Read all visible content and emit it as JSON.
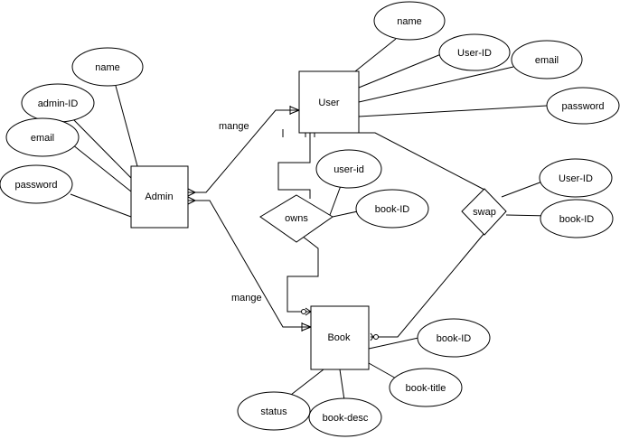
{
  "entities": {
    "user": "User",
    "admin": "Admin",
    "book": "Book"
  },
  "relationships": {
    "owns": "owns",
    "swap": "swap"
  },
  "attributes": {
    "user_name": "name",
    "user_id": "User-ID",
    "user_email": "email",
    "user_password": "password",
    "admin_name": "name",
    "admin_id": "admin-ID",
    "admin_email": "email",
    "admin_password": "password",
    "owns_user_id": "user-id",
    "owns_book_id": "book-ID",
    "swap_user_id": "User-ID",
    "swap_book_id": "book-ID",
    "book_id": "book-ID",
    "book_title": "book-title",
    "book_status": "status",
    "book_desc": "book-desc"
  },
  "labels": {
    "mange_top": "mange",
    "mange_bottom": "mange"
  },
  "colors": {
    "stroke": "#000000",
    "fill": "#ffffff"
  }
}
